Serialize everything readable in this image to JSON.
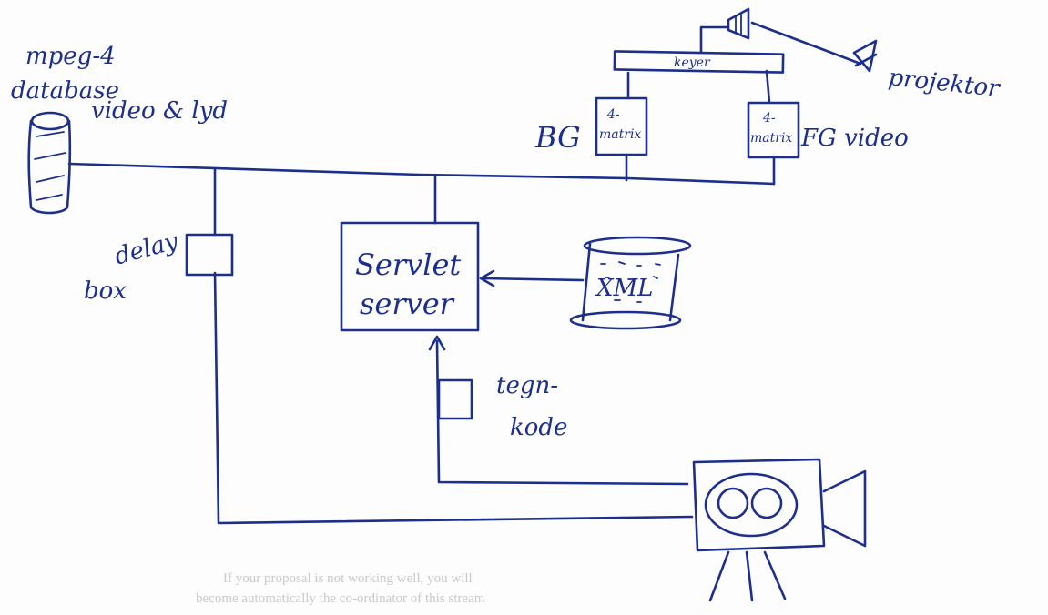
{
  "labels": {
    "database_line1": "mpeg-4",
    "database_line2": "database",
    "database_line3": "video & lyd",
    "delay_line1": "delay",
    "delay_line2": "box",
    "servlet_line1": "Servlet",
    "servlet_line2": "server",
    "xml": "XML",
    "mixer": "keyer",
    "bg": "BG",
    "matrix_left_line1": "4-",
    "matrix_left_line2": "matrix",
    "matrix_right_line1": "4-",
    "matrix_right_line2": "matrix",
    "fg": "FG video",
    "projector": "projektor",
    "tracker_line1": "tegn-",
    "tracker_line2": "kode"
  },
  "background_bleed": {
    "line1": "If your proposal is not working well, you will",
    "line2": "become automatically the co-ordinator of this stream"
  },
  "colors": {
    "ink": "#1c2f8c",
    "paper": "#fdfdfd",
    "bleed": "#c9c9c9"
  }
}
